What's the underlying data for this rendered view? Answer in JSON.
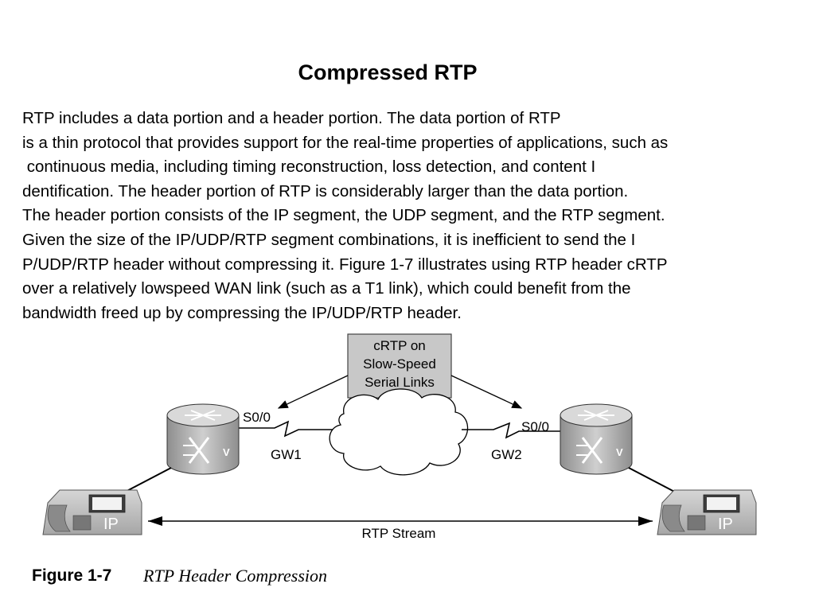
{
  "slide": {
    "title": "Compressed RTP",
    "paragraph_lines": [
      "RTP includes a data portion and a header portion. The data portion of RTP",
      "is a thin protocol that provides support for the real-time properties of applications, such as",
      " continuous media, including timing reconstruction, loss detection, and content I",
      "dentification. The header portion of RTP is considerably larger than the data portion.",
      "The header portion consists of the IP segment, the UDP segment, and the RTP segment.",
      "Given the size of the IP/UDP/RTP segment combinations, it is inefficient to send the I",
      "P/UDP/RTP header without compressing it. Figure 1-7 illustrates using RTP header cRTP",
      "over a relatively lowspeed WAN link (such as a T1 link), which could benefit from the",
      "bandwidth freed up by compressing the IP/UDP/RTP header."
    ]
  },
  "figure": {
    "callout_lines": [
      "cRTP on",
      "Slow-Speed",
      "Serial Links"
    ],
    "left_router": {
      "interface": "S0/0",
      "name": "GW1",
      "badge": "V"
    },
    "right_router": {
      "interface": "S0/0",
      "name": "GW2",
      "badge": "V"
    },
    "phone_label": "IP",
    "stream_label": "RTP Stream",
    "caption_number": "Figure 1-7",
    "caption_title": "RTP Header Compression"
  },
  "colors": {
    "callout_fill": "#c8c8c8",
    "router_body": "#a9a9a9",
    "router_top": "#d9d9d9",
    "phone_body": "#bdbdbd"
  }
}
